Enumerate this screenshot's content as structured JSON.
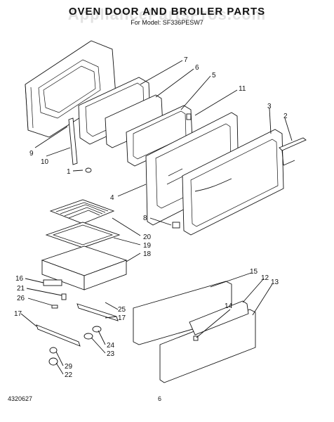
{
  "title": "OVEN DOOR AND BROILER PARTS",
  "subtitle": "For Model: SF336PESW7",
  "watermark": "AppliancePartsPros.com",
  "footer": {
    "doc_number": "4320627",
    "page_number": "6"
  },
  "callouts": [
    "7",
    "6",
    "5",
    "11",
    "3",
    "2",
    "9",
    "10",
    "1",
    "4",
    "8",
    "20",
    "19",
    "18",
    "16",
    "21",
    "26",
    "17",
    "25",
    "17",
    "24",
    "23",
    "29",
    "22",
    "15",
    "12",
    "13",
    "14"
  ]
}
